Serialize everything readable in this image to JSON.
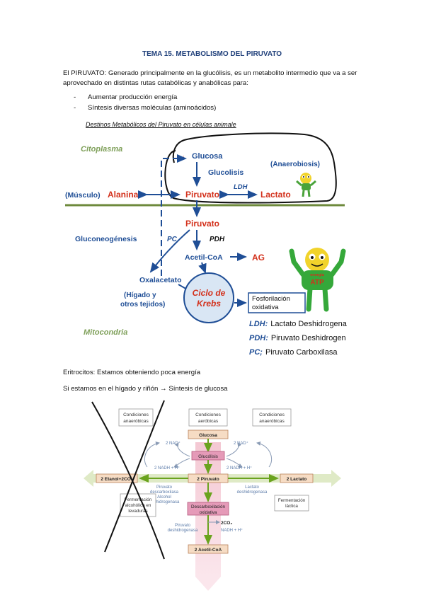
{
  "doc": {
    "title": "TEMA 15. METABOLISMO DEL PIRUVATO",
    "intro": "El PIRUVATO: Generado principalmente en la glucólisis, es un metabolito intermedio que va a ser aprovechado en distintas rutas catabólicas y anabólicas para:",
    "bullets": [
      "Aumentar producción energía",
      "Síntesis diversas moléculas (aminoácidos)"
    ],
    "bullet_dash": "-",
    "caption": "Destinos Metabólicos del Piruvato en células animale",
    "line1": "Eritrocitos: Estamos obteniendo poca energía",
    "line2": "Si estamos en el hígado y riñón → Síntesis de glucosa"
  },
  "diagram1": {
    "citoplasma": "Citoplasma",
    "mitocondria": "Mitocondria",
    "glucosa": "Glucosa",
    "glucolisis": "Glucolisis",
    "anaerobiosis": "(Anaerobiosis)",
    "musculo": "(Músculo)",
    "alanina": "Alanina",
    "piruvato": "Piruvato",
    "ldh": "LDH",
    "lactato": "Lactato",
    "piruvato2": "Piruvato",
    "gluconeogenesis": "Gluconeogénesis",
    "pc": "PC",
    "pdh": "PDH",
    "acetilcoa": "Acetil-CoA",
    "ag": "AG",
    "oxalacetato": "Oxalacetato",
    "higado1": "(Hígado y",
    "higado2": "otros tejidos)",
    "ciclo1": "Ciclo de",
    "ciclo2": "Krebs",
    "fosfo1": "Fosforilación",
    "fosfo2": "oxidativa",
    "energia": "energía",
    "atp": "ATP",
    "legend": [
      {
        "abbr": "LDH:",
        "text": "Lactato Deshidrogena"
      },
      {
        "abbr": "PDH:",
        "text": "Piruvato Deshidrogen"
      },
      {
        "abbr": "PC;",
        "text": "Piruvato Carboxilasa"
      }
    ],
    "colors": {
      "blue": "#1f4e96",
      "red": "#d3311c",
      "green": "#6e8a3c",
      "legend_green": "#7fa05a"
    }
  },
  "diagram2": {
    "cond_left": [
      "Condiciones",
      "anaeróbicas"
    ],
    "cond_mid": [
      "Condiciones",
      "aeróbicas"
    ],
    "cond_right": [
      "Condiciones",
      "anaeróbicas"
    ],
    "glucosa": "Glucosa",
    "nad_left": "2 NAD⁺",
    "nad_right": "2 NAD⁺",
    "glucolisis": "Glucólisis",
    "nadh_left": "2 NADH + H⁺",
    "nadh_right": "2 NADH + H⁺",
    "etanol": "2 Etanol+2CO₂",
    "piruvato": "2 Piruvato",
    "lactato": "2 Lactato",
    "enz_left": [
      "Piruvato",
      "descarboxilasa",
      "Alcohol",
      "deshidrogenasa"
    ],
    "enz_right": [
      "Lactato",
      "deshidrogenasa"
    ],
    "ferm_left": [
      "Fermentación",
      "alcohólica en",
      "levaduras"
    ],
    "ferm_right": [
      "Fermentación",
      "láctica"
    ],
    "decarbox": [
      "Descarboxilación",
      "oxidativa"
    ],
    "co2": "2CO₂",
    "nadh_mid": "NADH + H⁺",
    "pdh": [
      "Piruvato",
      "deshidrogenasa"
    ],
    "acetil": "2 Acetil-CoA"
  }
}
